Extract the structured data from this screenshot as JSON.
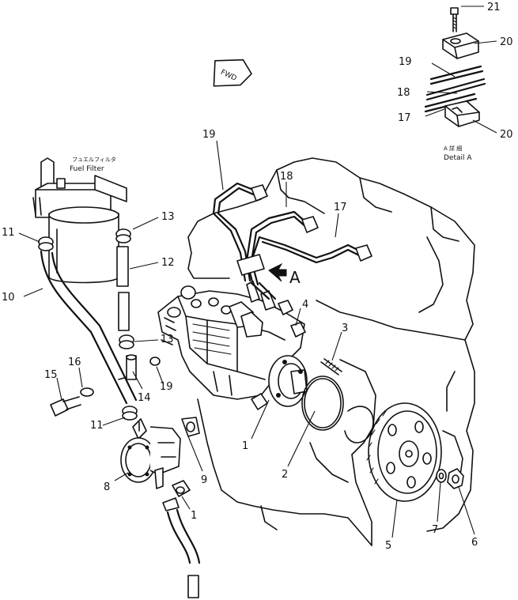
{
  "callouts": {
    "c21": "21",
    "c20a": "20",
    "c19a": "19",
    "c18a": "18",
    "c17a": "17",
    "c20b": "20",
    "c19b": "19",
    "c18b": "18",
    "c17b": "17",
    "c13a": "13",
    "c11a": "11",
    "c12": "12",
    "c10": "10",
    "c13b": "13",
    "c16": "16",
    "c15": "15",
    "c14": "14",
    "c19c": "19",
    "c11b": "11",
    "c4": "4",
    "c3": "3",
    "c1a": "1",
    "c2": "2",
    "c9": "9",
    "c8": "8",
    "c1b": "1",
    "c5": "5",
    "c7": "7",
    "c6": "6"
  },
  "labels": {
    "fwd": "FWD",
    "fuel_filter_jp": "フュエルフィルタ",
    "fuel_filter": "Fuel  Filter",
    "arrow_a": "A",
    "detail_a_jp": "A  詳  細",
    "detail_a": "Detail A"
  }
}
